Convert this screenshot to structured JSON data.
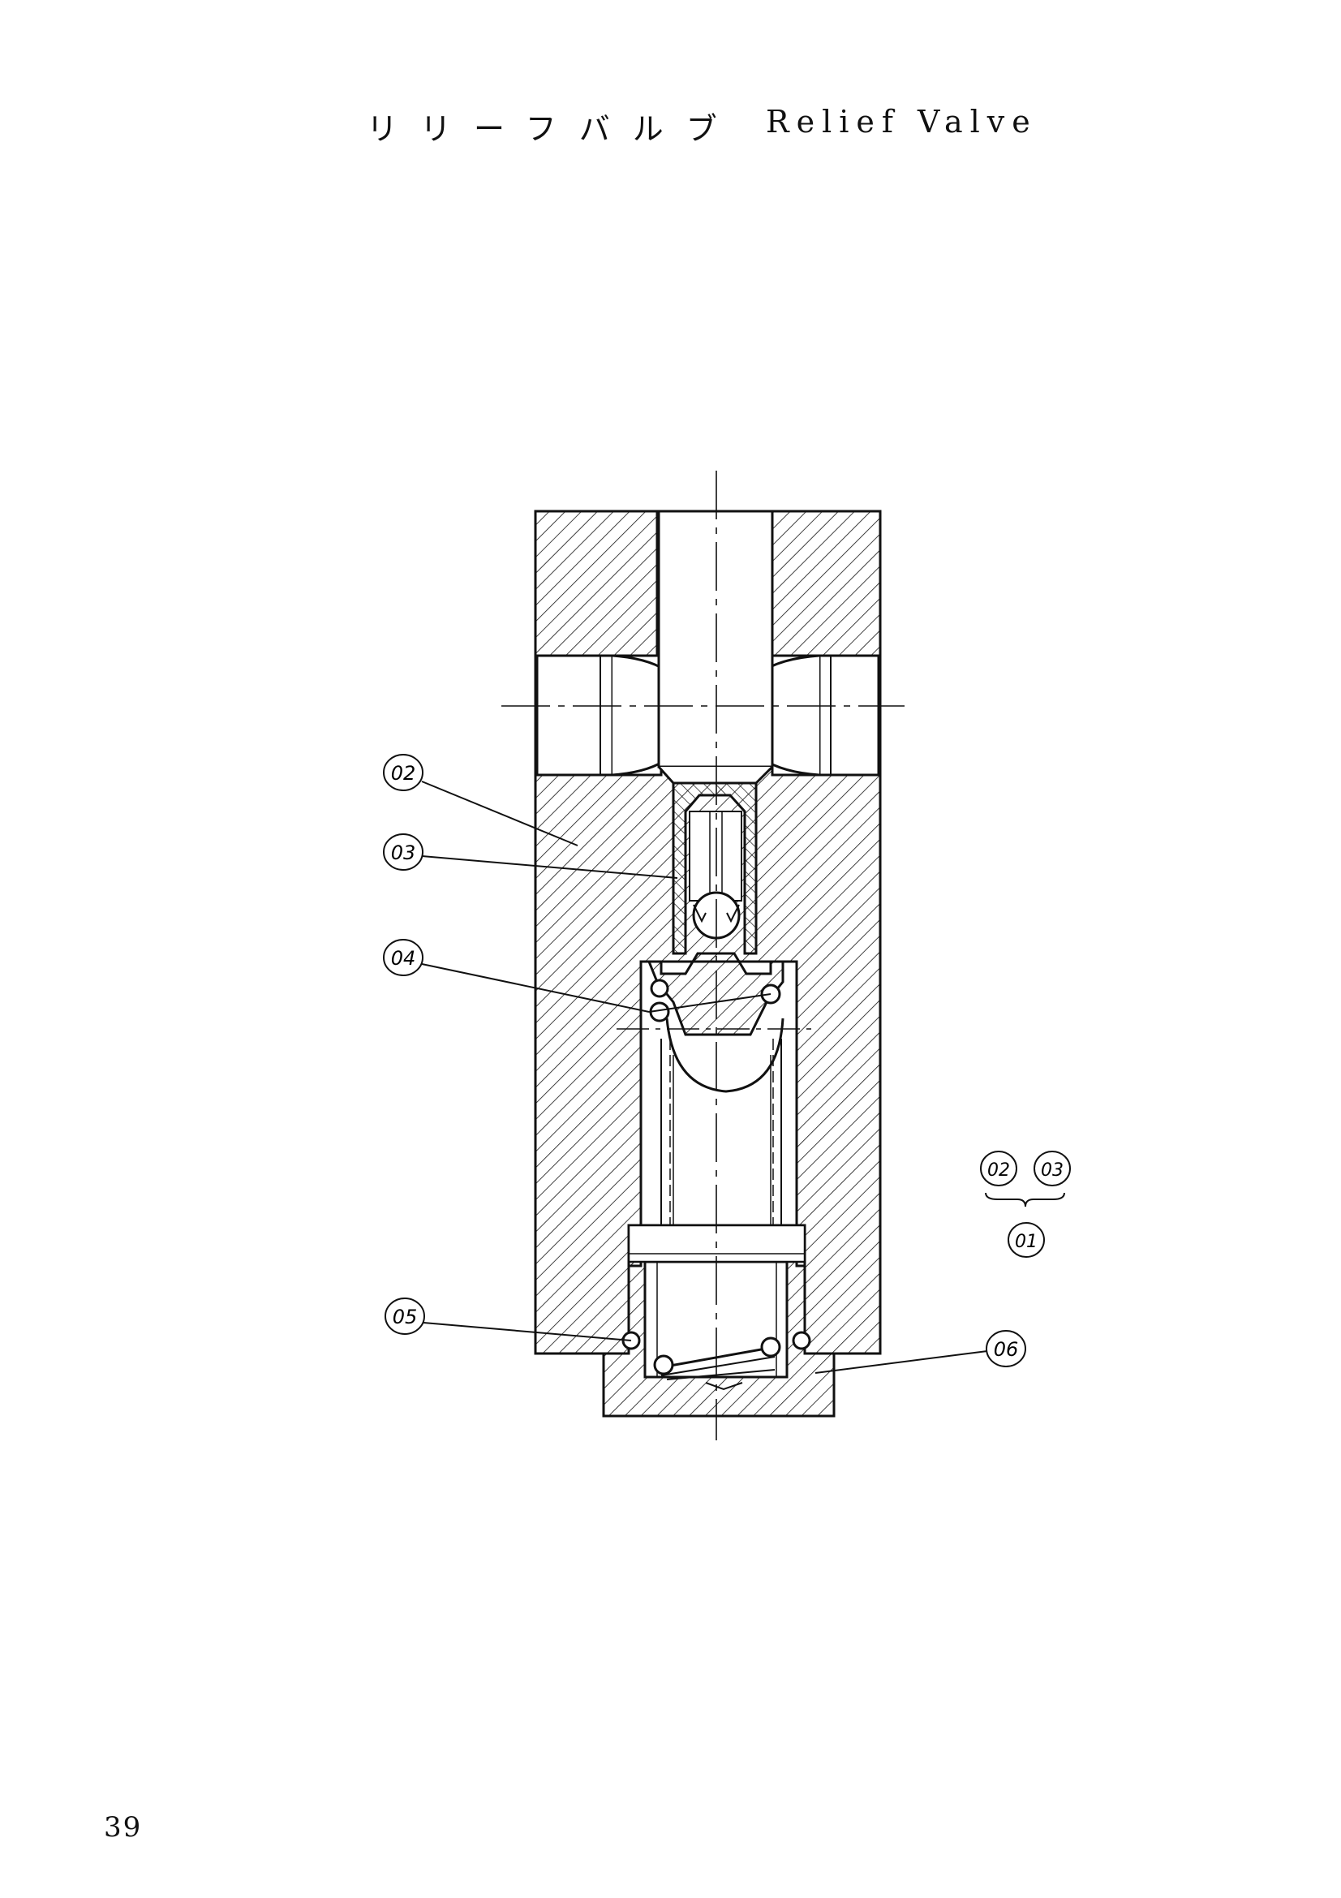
{
  "title": {
    "japanese": "リリーフバルブ",
    "english": "Relief Valve"
  },
  "callouts": [
    {
      "id": "callout-02",
      "label": "02"
    },
    {
      "id": "callout-03",
      "label": "03"
    },
    {
      "id": "callout-04",
      "label": "04"
    },
    {
      "id": "callout-05",
      "label": "05"
    },
    {
      "id": "callout-06",
      "label": "06"
    }
  ],
  "assembly_legend": {
    "components": [
      "02",
      "03"
    ],
    "assembly": "01"
  },
  "page_number": "39",
  "colors": {
    "ink": "#111111",
    "paper": "#ffffff"
  }
}
